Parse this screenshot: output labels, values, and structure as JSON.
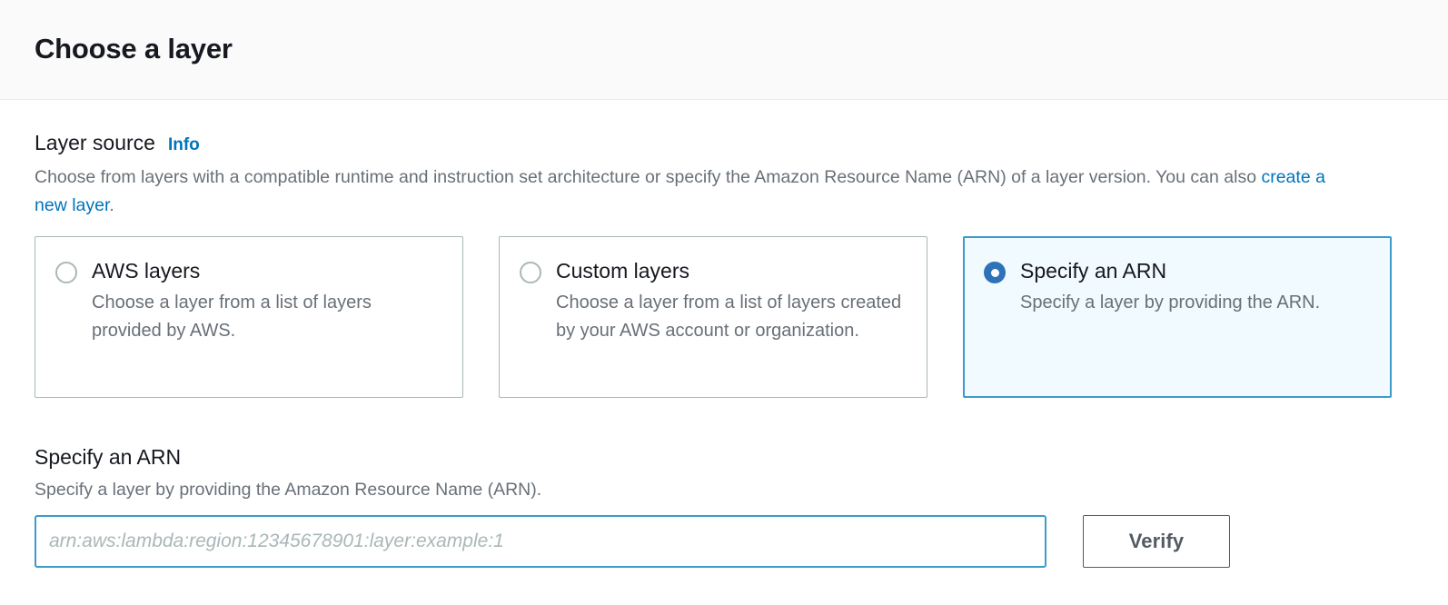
{
  "header": {
    "title": "Choose a layer"
  },
  "layer_source": {
    "label": "Layer source",
    "info_link": "Info",
    "description_before_link": "Choose from layers with a compatible runtime and instruction set architecture or specify the Amazon Resource Name (ARN) of a layer version. You can also ",
    "description_link": "create a new layer",
    "description_after_link": ".",
    "options": [
      {
        "title": "AWS layers",
        "description": "Choose a layer from a list of layers provided by AWS.",
        "selected": false
      },
      {
        "title": "Custom layers",
        "description": "Choose a layer from a list of layers created by your AWS account or organization.",
        "selected": false
      },
      {
        "title": "Specify an ARN",
        "description": "Specify a layer by providing the ARN.",
        "selected": true
      }
    ]
  },
  "arn_section": {
    "title": "Specify an ARN",
    "description": "Specify a layer by providing the Amazon Resource Name (ARN).",
    "input_value": "",
    "input_placeholder": "arn:aws:lambda:region:12345678901:layer:example:1",
    "verify_label": "Verify"
  },
  "colors": {
    "accent_blue": "#0073bb",
    "selected_border": "#3d9bc9",
    "selected_fill": "#f1faff",
    "radio_selected": "#2e73b8",
    "tile_border": "#aab7b8",
    "text_primary": "#16191f",
    "text_secondary": "#687078",
    "button_border": "#545b64",
    "header_bg": "#fafafa"
  }
}
